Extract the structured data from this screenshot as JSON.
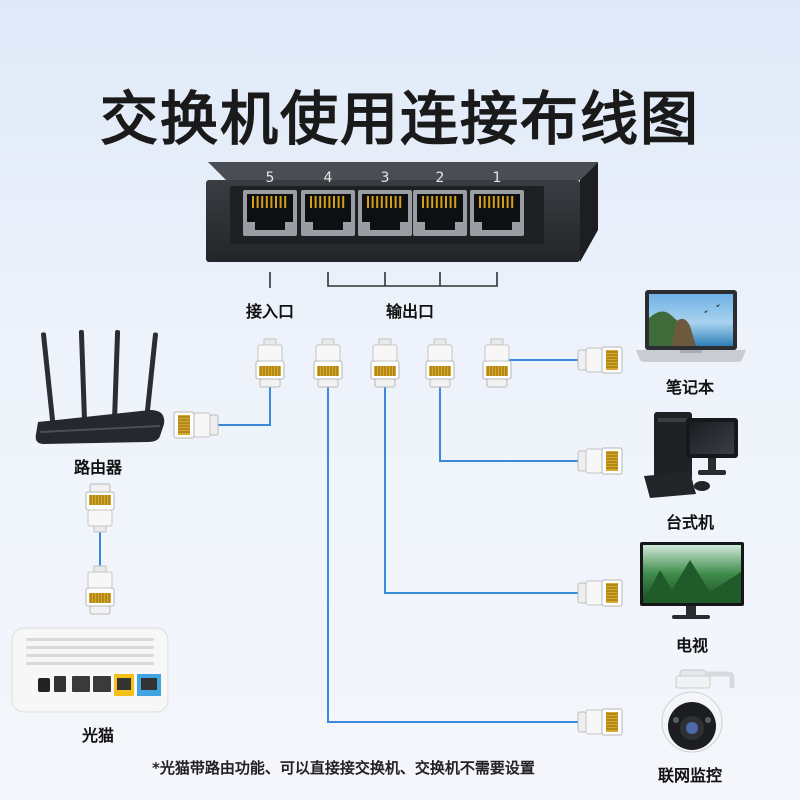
{
  "title": "交换机使用连接布线图",
  "switch": {
    "port_numbers": [
      "5",
      "4",
      "3",
      "2",
      "1"
    ],
    "input_label": "接入口",
    "output_label": "输出口"
  },
  "devices": {
    "router": "路由器",
    "modem": "光猫",
    "laptop": "笔记本",
    "desktop": "台式机",
    "tv": "电视",
    "camera": "联网监控"
  },
  "note": "*光猫带路由功能、可以直接接交换机、交换机不需要设置",
  "colors": {
    "cable": "#3b8ad9",
    "switch_body": "#2b2e33",
    "port_gold": "#d4a017",
    "modem_yellow": "#f3c11a",
    "modem_blue": "#3fa4e0"
  }
}
